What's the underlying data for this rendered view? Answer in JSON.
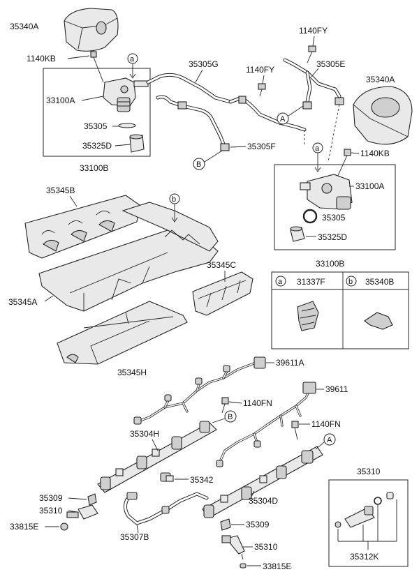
{
  "labels": {
    "cover_top_left": "35340A",
    "bolt_left": "1140KB",
    "pump_left": "33100A",
    "seal_left": "35305",
    "cup_left": "35325D",
    "assy_left": "33100B",
    "tube_g": "35305G",
    "bolt_fy_top": "1140FY",
    "bolt_fy_mid": "1140FY",
    "tube_e": "35305E",
    "cover_right": "35340A",
    "tube_f": "35305F",
    "bolt_right": "1140KB",
    "pump_right": "33100A",
    "seal_right": "35305",
    "cup_right": "35325D",
    "assy_right": "33100B",
    "cover_b": "35345B",
    "cover_a": "35345A",
    "cover_c": "35345C",
    "cover_h": "35345H",
    "harness_a": "39611A",
    "harness": "39611",
    "bolt_fn_left": "1140FN",
    "bolt_fn_right": "1140FN",
    "rail_h": "35304H",
    "sensor": "35342",
    "clip_left": "35309",
    "injector_left": "35310",
    "oring_left": "33815E",
    "rail_d": "35304D",
    "clip_bottom": "35309",
    "injector_bottom": "35310",
    "oring_bottom": "33815E",
    "tube_b": "35307B",
    "kit_title": "35310",
    "kit_part": "35312K"
  },
  "callouts": {
    "a": "a",
    "b": "b",
    "A": "A",
    "B": "B"
  },
  "legend": {
    "a_letter": "a",
    "a_part": "31337F",
    "b_letter": "b",
    "b_part": "35340B"
  }
}
